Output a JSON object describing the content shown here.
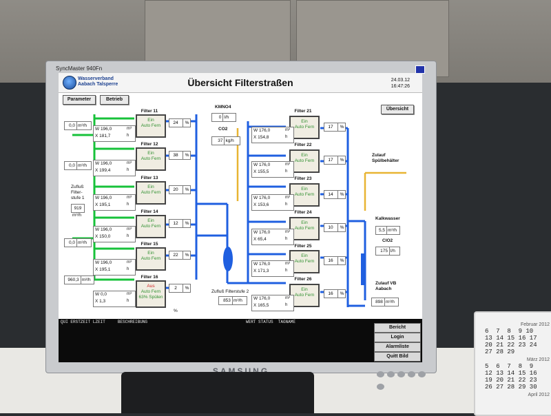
{
  "monitor": {
    "model": "SyncMaster 940Fn",
    "brand": "SAMSUNG"
  },
  "calendar": {
    "month1": "Februar 2012",
    "rows1": [
      "6  7  8  9 10",
      "13 14 15 16 17",
      "20 21 22 23 24",
      "27 28 29"
    ],
    "month2": "März 2012",
    "rows2": [
      "5  6  7  8  9",
      "12 13 14 15 16",
      "19 20 21 22 23",
      "26 27 28 29 30"
    ],
    "month3": "April 2012"
  },
  "header": {
    "org_line1": "Wasserverband",
    "org_line2": "Aabach Talsperre",
    "title": "Übersicht Filterstraßen",
    "date": "24.03.12",
    "time": "16:47:26"
  },
  "nav": {
    "parameter": "Parameter",
    "betrieb": "Betrieb",
    "uebersicht": "Übersicht"
  },
  "left_inputs": [
    {
      "value": "0,0",
      "unit": "m³/h"
    },
    {
      "value": "0,0",
      "unit": "m³/h"
    },
    {
      "value": "0,0",
      "unit": "m³/h"
    },
    {
      "value": "960,3",
      "unit": "m³/h"
    }
  ],
  "zufluss1": {
    "label_line1": "Zufluß",
    "label_line2": "Filter-",
    "label_line3": "stufe 1",
    "value": "919",
    "unit": "m³/h"
  },
  "filters_left": [
    {
      "name": "Filter 11",
      "state": "Ein",
      "mode": "Auto Fern",
      "extra": "",
      "w": "W 196,0",
      "x": "X 181,7",
      "pct": "24"
    },
    {
      "name": "Filter 12",
      "state": "Ein",
      "mode": "Auto Fern",
      "extra": "",
      "w": "W 196,0",
      "x": "X 199,4",
      "pct": "38"
    },
    {
      "name": "Filter 13",
      "state": "Ein",
      "mode": "Auto Fern",
      "extra": "",
      "w": "W 196,0",
      "x": "X 195,1",
      "pct": "20"
    },
    {
      "name": "Filter 14",
      "state": "Ein",
      "mode": "Auto Fern",
      "extra": "",
      "w": "W 196,0",
      "x": "X 150,0",
      "pct": "12"
    },
    {
      "name": "Filter 15",
      "state": "Ein",
      "mode": "Auto Fern",
      "extra": "",
      "w": "W 196,0",
      "x": "X 195,1",
      "pct": "22"
    },
    {
      "name": "Filter 16",
      "state": "Aus",
      "mode": "Auto Fern",
      "extra": "63% Spülen",
      "w": "W 0,0",
      "x": "X 1,3",
      "pct": "2"
    }
  ],
  "filters_right": [
    {
      "name": "Filter 21",
      "state": "Ein",
      "mode": "Auto Fern",
      "w": "W 176,0",
      "x": "X 154,8",
      "pct": "17"
    },
    {
      "name": "Filter 22",
      "state": "Ein",
      "mode": "Auto Fern",
      "w": "W 176,0",
      "x": "X 155,5",
      "pct": "17"
    },
    {
      "name": "Filter 23",
      "state": "Ein",
      "mode": "Auto Fern",
      "w": "W 176,0",
      "x": "X 153,6",
      "pct": "14"
    },
    {
      "name": "Filter 24",
      "state": "Ein",
      "mode": "Auto Fern",
      "w": "W 176,0",
      "x": "X 65,4",
      "pct": "10"
    },
    {
      "name": "Filter 25",
      "state": "Ein",
      "mode": "Auto Fern",
      "w": "W 176,0",
      "x": "X 171,3",
      "pct": "16"
    },
    {
      "name": "Filter 26",
      "state": "Ein",
      "mode": "Auto Fern",
      "w": "W 176,0",
      "x": "X 165,5",
      "pct": "16"
    }
  ],
  "units": {
    "m3": "m³",
    "h": "h",
    "pct": "%"
  },
  "kmno4": {
    "label": "KMNO4",
    "value": "0",
    "unit": "l/h"
  },
  "co2": {
    "label": "CO2",
    "value": "37",
    "unit": "kg/h"
  },
  "zufluss2": {
    "label": "Zufluß Filterstufe 2",
    "value": "853",
    "unit": "m³/h"
  },
  "pct_symbol": "%",
  "right_side": {
    "zulauf_spuel": "Zulauf",
    "zulauf_spuel2": "Spülbehälter",
    "kalkwasser_label": "Kalkwasser",
    "kalkwasser_value": "5,5",
    "kalkwasser_unit": "m³/h",
    "clo2_label": "ClO2",
    "clo2_value": "175",
    "clo2_unit": "l/h",
    "zulauf_vb": "Zulauf VB",
    "zulauf_vb2": "Aabach",
    "zulauf_vb_value": "898",
    "zulauf_vb_unit": "m³/h"
  },
  "alarm": {
    "columns_left": "QUI ERSTZEIT LZEIT     BESCHREIBUNG",
    "columns_right": "WERT STATUS  TAGNAME",
    "buttons": [
      "Bericht",
      "Login",
      "Alarmliste",
      "Quitt Bild"
    ]
  },
  "colors": {
    "pipe_blue": "#1f5fe0",
    "pipe_green": "#17c23a",
    "pipe_yellow": "#e8b432",
    "filter_text": "#2f8f2f",
    "alarm_bg": "#0b0b0b"
  }
}
